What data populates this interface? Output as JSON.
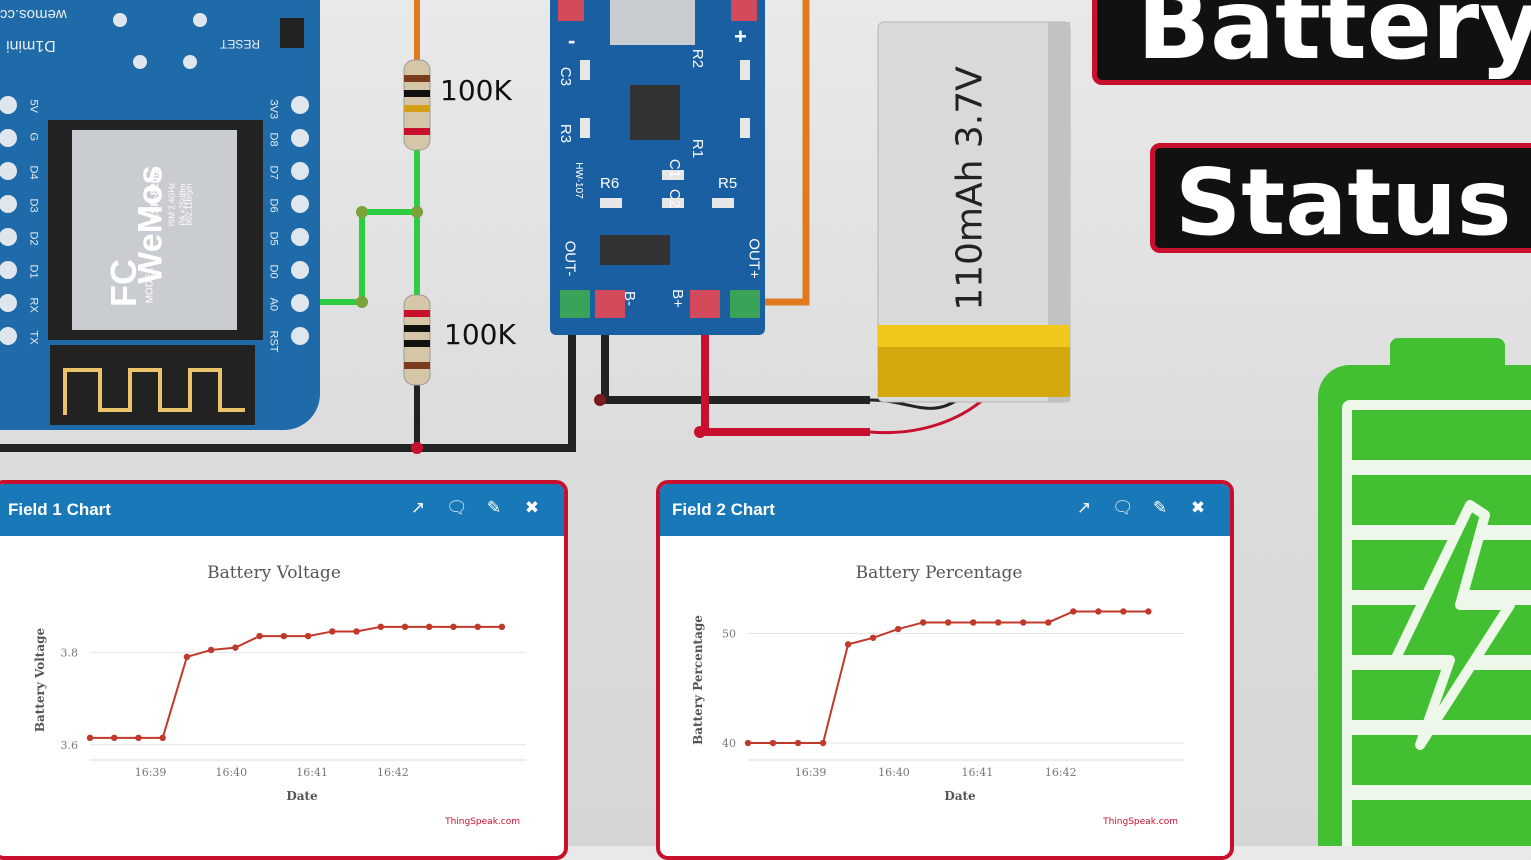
{
  "header": {
    "title_line1": "Battery",
    "title_line2": "Status"
  },
  "circuit": {
    "resistor_top_label": "100K",
    "resistor_bottom_label": "100K",
    "battery_label": "110mAh 3.7V",
    "board_brand": "WeMos",
    "board_site": "wemos.cc",
    "board_name": "D1mini",
    "board_reset": "RESET",
    "board_module": "ESP-8266",
    "board_model": "MODEL",
    "board_specs": [
      "ISM 2.4GHz",
      "PA +25dBm",
      "802.11b/g/n"
    ],
    "board_logo": "FC",
    "board_pins_left": [
      "5V",
      "G",
      "D4",
      "D3",
      "D2",
      "D1",
      "RX",
      "TX"
    ],
    "board_pins_right": [
      "3V3",
      "D8",
      "D7",
      "D6",
      "D5",
      "D0",
      "A0",
      "RST"
    ],
    "charger_labels": [
      "OUT-",
      "B-",
      "B+",
      "OUT+",
      "R3",
      "C3",
      "R2",
      "R1",
      "R6",
      "C1",
      "C2",
      "R5",
      "HW-107"
    ],
    "charger_minus": "-",
    "charger_plus": "+"
  },
  "panels": [
    {
      "title": "Field 1 Chart",
      "icons": [
        "external-link-icon",
        "comment-icon",
        "pencil-icon",
        "close-icon"
      ],
      "credit": "ThingSpeak.com"
    },
    {
      "title": "Field 2 Chart",
      "icons": [
        "external-link-icon",
        "comment-icon",
        "pencil-icon",
        "close-icon"
      ],
      "credit": "ThingSpeak.com"
    }
  ],
  "chart_data": [
    {
      "type": "line",
      "title": "Battery Voltage",
      "xlabel": "Date",
      "ylabel": "Battery Voltage",
      "x_ticks": [
        "16:39",
        "16:40",
        "16:41",
        "16:42"
      ],
      "y_ticks": [
        3.6,
        3.8
      ],
      "xlim": [
        "16:38:15",
        "16:43:30"
      ],
      "ylim": [
        3.58,
        3.9
      ],
      "grid": true,
      "color": "#c0392b",
      "x": [
        "16:38:15",
        "16:38:33",
        "16:38:51",
        "16:39:09",
        "16:39:27",
        "16:39:45",
        "16:40:03",
        "16:40:21",
        "16:40:39",
        "16:40:57",
        "16:41:15",
        "16:41:33",
        "16:41:51",
        "16:42:09",
        "16:42:27",
        "16:42:45",
        "16:43:03",
        "16:43:21"
      ],
      "y": [
        3.615,
        3.615,
        3.615,
        3.615,
        3.79,
        3.805,
        3.81,
        3.835,
        3.835,
        3.835,
        3.845,
        3.845,
        3.855,
        3.855,
        3.855,
        3.855,
        3.855,
        3.855
      ]
    },
    {
      "type": "line",
      "title": "Battery Percentage",
      "xlabel": "Date",
      "ylabel": "Battery Percentage",
      "x_ticks": [
        "16:39",
        "16:40",
        "16:41",
        "16:42"
      ],
      "y_ticks": [
        40,
        50
      ],
      "xlim": [
        "16:38:15",
        "16:43:20"
      ],
      "ylim": [
        39,
        52.5
      ],
      "grid": true,
      "color": "#c0392b",
      "x": [
        "16:38:15",
        "16:38:33",
        "16:38:51",
        "16:39:09",
        "16:39:27",
        "16:39:45",
        "16:40:03",
        "16:40:21",
        "16:40:39",
        "16:40:57",
        "16:41:15",
        "16:41:33",
        "16:41:51",
        "16:42:09",
        "16:42:27",
        "16:42:45",
        "16:43:03"
      ],
      "y": [
        40,
        40,
        40,
        40,
        49.0,
        49.6,
        50.4,
        51.0,
        51.0,
        51.0,
        51.0,
        51.0,
        51.0,
        52.0,
        52.0,
        52.0,
        52.0
      ]
    }
  ]
}
